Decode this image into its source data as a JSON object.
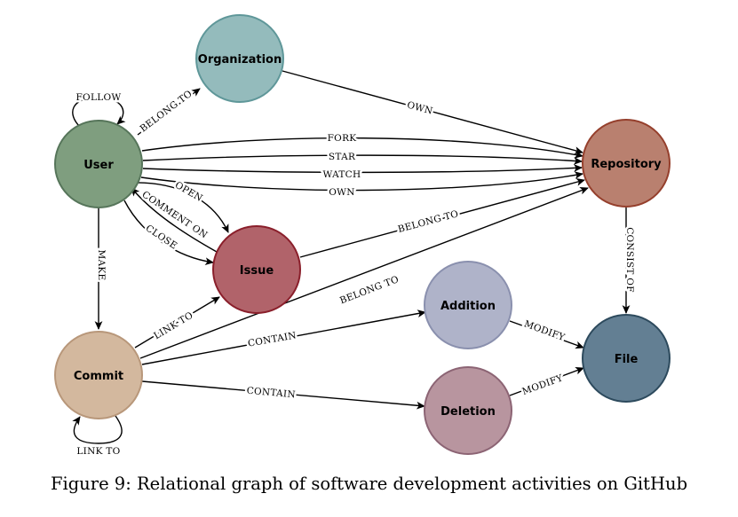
{
  "nodes": {
    "organization": {
      "label": "Organization",
      "fill": "#94BBBC",
      "stroke": "#5F9799"
    },
    "user": {
      "label": "User",
      "fill": "#7F9E7F",
      "stroke": "#56755A"
    },
    "issue": {
      "label": "Issue",
      "fill": "#B1636A",
      "stroke": "#8A1F2B"
    },
    "repository": {
      "label": "Repository",
      "fill": "#B9806F",
      "stroke": "#953F2C"
    },
    "addition": {
      "label": "Addition",
      "fill": "#AFB3C9",
      "stroke": "#8A90AE"
    },
    "file": {
      "label": "File",
      "fill": "#637F93",
      "stroke": "#2D4A5D"
    },
    "commit": {
      "label": "Commit",
      "fill": "#D3B89E",
      "stroke": "#B8977A"
    },
    "deletion": {
      "label": "Deletion",
      "fill": "#B8959F",
      "stroke": "#8C6474"
    }
  },
  "edges": {
    "follow": "FOLLOW",
    "belong_to_org": "BELONG TO",
    "own_org": "OWN",
    "fork": "FORK",
    "star": "STAR",
    "watch": "WATCH",
    "own_user": "OWN",
    "open": "OPEN",
    "comment_on": "COMMENT ON",
    "close": "CLOSE",
    "belong_to_issue": "BELONG TO",
    "consist_of": "CONSIST OF",
    "make": "MAKE",
    "link_to_issue": "LINK TO",
    "belong_to_commit": "BELONG TO",
    "contain_addition": "CONTAIN",
    "contain_deletion": "CONTAIN",
    "modify_addition": "MODIFY",
    "modify_deletion": "MODIFY",
    "link_to_self": "LINK TO"
  },
  "caption": "Figure 9: Relational graph of software development activities on GitHub"
}
